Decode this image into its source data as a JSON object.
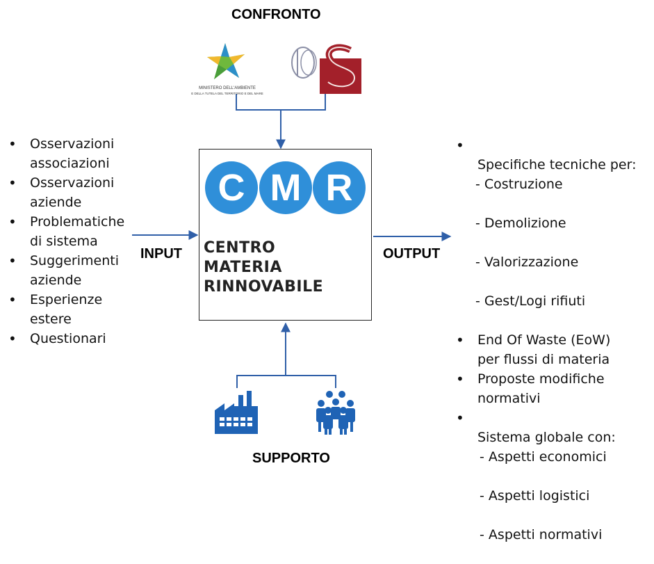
{
  "confronto": {
    "label": "CONFRONTO",
    "logos": [
      {
        "name": "ministero-ambiente-logo",
        "lines": [
          "MINISTERO DELL'AMBIENTE",
          "E DELLA TUTELA DEL TERRITORIO E DEL MARE"
        ]
      },
      {
        "name": "camera-senato-logo"
      }
    ]
  },
  "supporto": {
    "label": "SUPPORTO",
    "icons": [
      "factory-icon",
      "people-group-icon"
    ]
  },
  "input": {
    "label": "INPUT",
    "items": [
      "Osservazioni\nassociazioni",
      "Osservazioni\naziende",
      "Problematiche\ndi sistema",
      "Suggerimenti\naziende",
      "Esperienze\nestere",
      "Questionari"
    ]
  },
  "output": {
    "label": "OUTPUT",
    "items": [
      {
        "text": "Specifiche tecniche per:",
        "sub": [
          "- Costruzione",
          "- Demolizione",
          "- Valorizzazione",
          "- Gest/Logi rifiuti"
        ]
      },
      {
        "text": "End Of Waste (EoW)\nper flussi di materia",
        "sub": []
      },
      {
        "text": "Proposte modifiche\nnormativi",
        "sub": []
      },
      {
        "text": "Sistema globale con:",
        "sub": [
          " - Aspetti economici",
          " - Aspetti logistici",
          " - Aspetti normativi"
        ]
      }
    ]
  },
  "center": {
    "letters": [
      "C",
      "M",
      "R"
    ],
    "name_lines": [
      "CENTRO",
      "MATERIA",
      "RINNOVABILE"
    ]
  },
  "colors": {
    "arrow": "#2f5fa8",
    "circle": "#2f8fd9",
    "icon_blue": "#1f63b5",
    "crest_red": "#a3202a"
  }
}
